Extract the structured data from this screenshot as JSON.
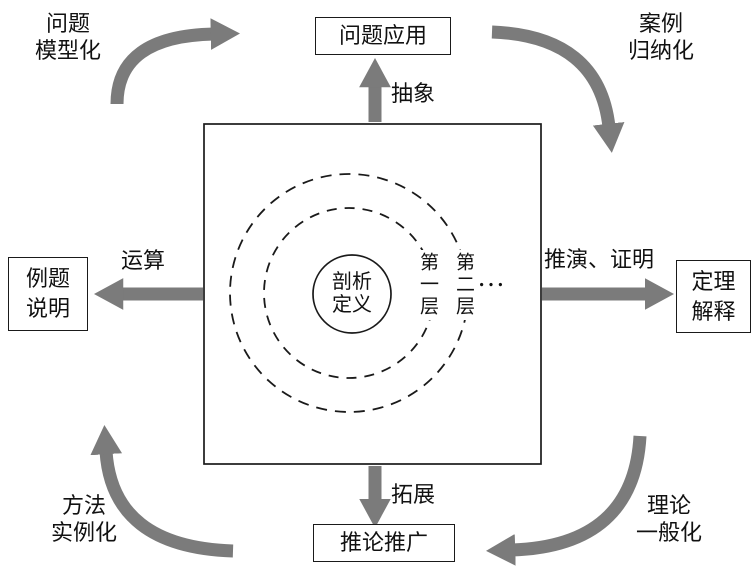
{
  "colors": {
    "arrow": "#7b7b7b",
    "line": "#1a1a1a"
  },
  "core": {
    "line1": "剖析",
    "line2": "定义"
  },
  "rings": {
    "layer1": "第一层",
    "layer2": "第二层",
    "more": "…"
  },
  "boxes": {
    "top": "问题应用",
    "bottom": "推论推广",
    "left": {
      "line1": "例题",
      "line2": "说明"
    },
    "right": {
      "line1": "定理",
      "line2": "解释"
    }
  },
  "arrows": {
    "top": "抽象",
    "bottom": "拓展",
    "left": "运算",
    "right": "推演、证明"
  },
  "corners": {
    "top_left": {
      "line1": "问题",
      "line2": "模型化"
    },
    "top_right": {
      "line1": "案例",
      "line2": "归纳化"
    },
    "bottom_right": {
      "line1": "理论",
      "line2": "一般化"
    },
    "bottom_left": {
      "line1": "方法",
      "line2": "实例化"
    }
  }
}
